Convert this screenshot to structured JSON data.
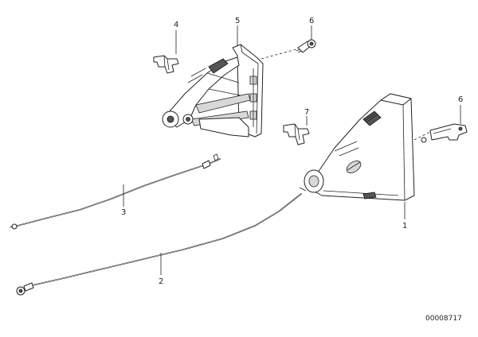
{
  "callouts": [
    {
      "id": "1",
      "label": "1"
    },
    {
      "id": "2",
      "label": "2"
    },
    {
      "id": "3",
      "label": "3"
    },
    {
      "id": "4",
      "label": "4"
    },
    {
      "id": "5",
      "label": "5"
    },
    {
      "id": "6a",
      "label": "6"
    },
    {
      "id": "6b",
      "label": "6"
    },
    {
      "id": "7",
      "label": "7"
    }
  ],
  "document_number": "00008717"
}
